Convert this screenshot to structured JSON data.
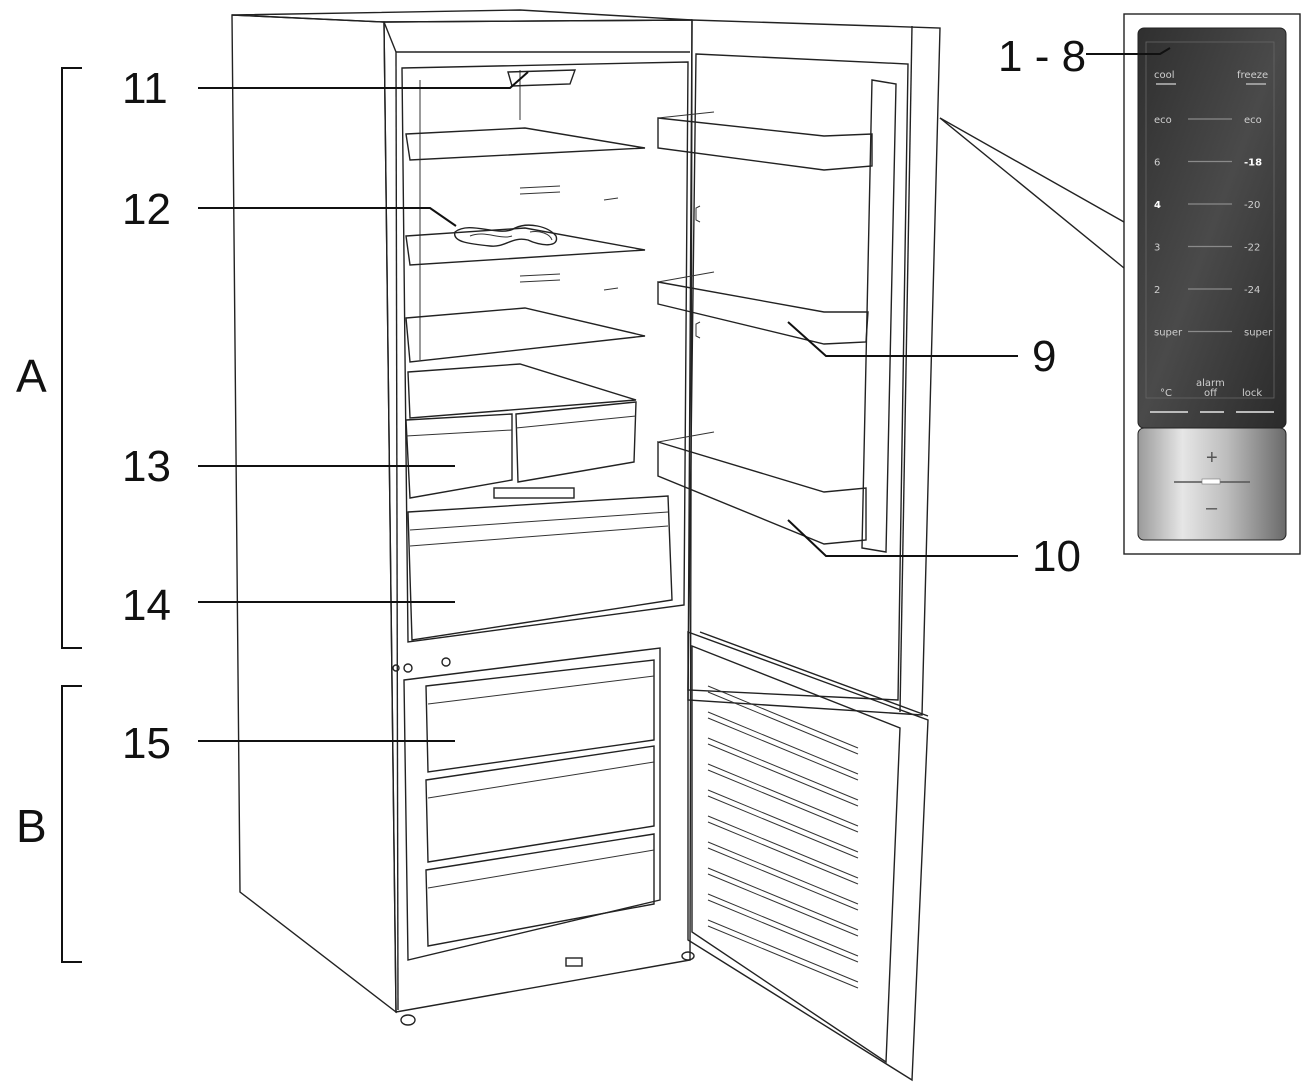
{
  "sections": [
    {
      "key": "a",
      "label": "A"
    },
    {
      "key": "b",
      "label": "B"
    }
  ],
  "callouts": [
    {
      "key": "c1_8",
      "label": "1 - 8"
    },
    {
      "key": "c9",
      "label": "9"
    },
    {
      "key": "c10",
      "label": "10"
    },
    {
      "key": "c11",
      "label": "11"
    },
    {
      "key": "c12",
      "label": "12"
    },
    {
      "key": "c13",
      "label": "13"
    },
    {
      "key": "c14",
      "label": "14"
    },
    {
      "key": "c15",
      "label": "15"
    }
  ],
  "control_panel": {
    "cool_label": "cool",
    "freeze_label": "freeze",
    "cool_scale": [
      "eco",
      "6",
      "4",
      "3",
      "2",
      "super"
    ],
    "freeze_scale": [
      "eco",
      "-18",
      "-20",
      "-22",
      "-24",
      "super"
    ],
    "active_cool": "4",
    "active_freeze": "-18",
    "celsius_label": "°C",
    "alarm_label": "alarm",
    "alarm_label_2": "off",
    "lock_label": "lock",
    "plus_label": "+",
    "minus_label": "–"
  },
  "colors": {
    "line": "#222222",
    "panel_dark": "#3a3a3a",
    "panel_text": "#cfcfcf",
    "background": "#ffffff"
  }
}
